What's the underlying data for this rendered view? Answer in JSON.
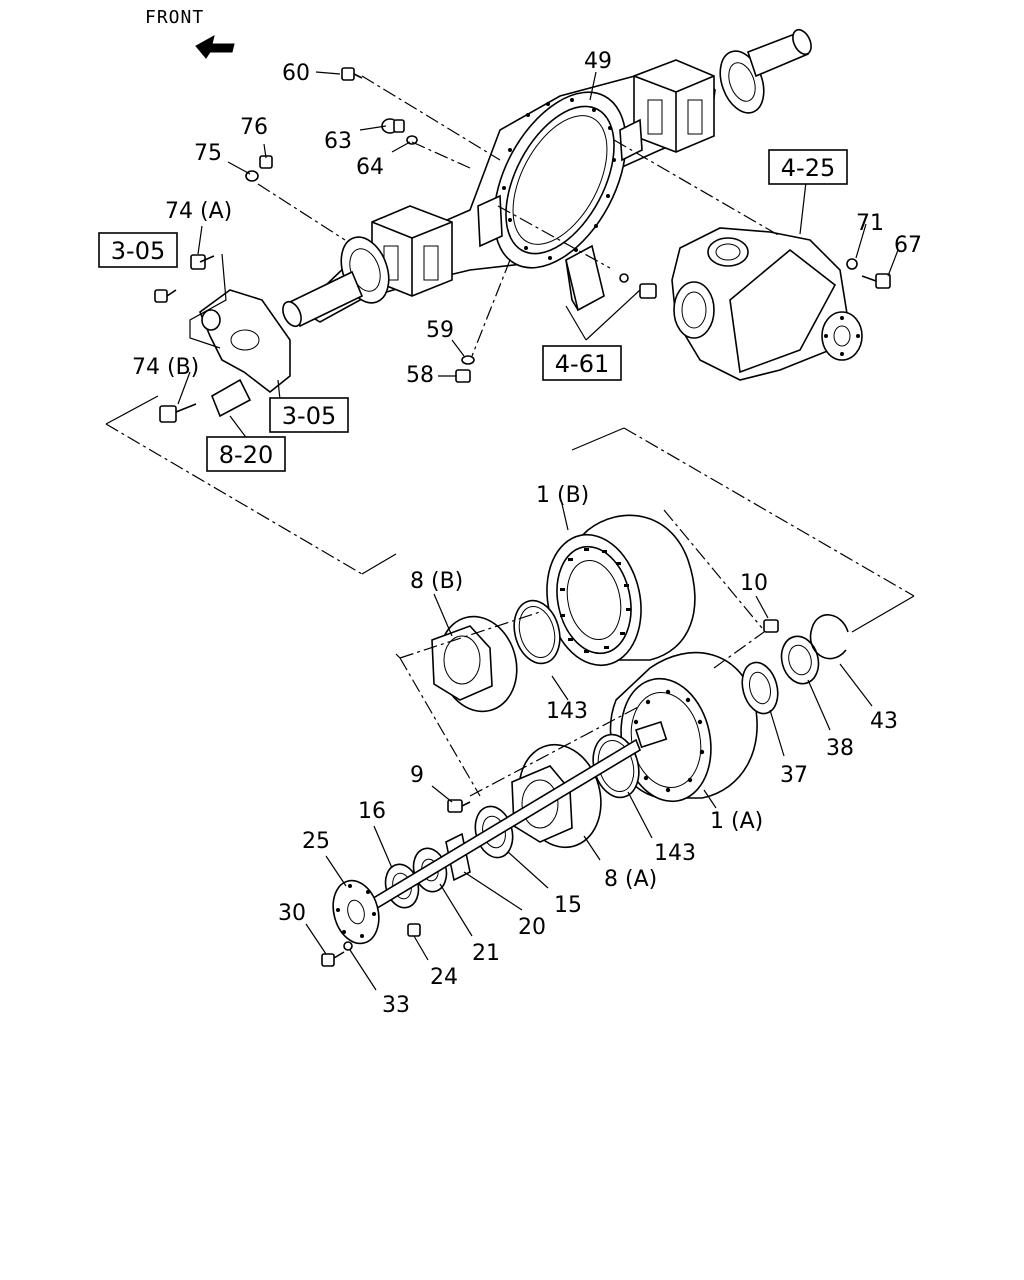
{
  "orientation": {
    "label": "FRONT",
    "icon": "front-arrow-icon"
  },
  "part_labels": {
    "p60": "60",
    "p49": "49",
    "p63": "63",
    "p64": "64",
    "p76": "76",
    "p75": "75",
    "p74a": "74 (A)",
    "p74b": "74 (B)",
    "p71": "71",
    "p67": "67",
    "p59": "59",
    "p58": "58",
    "p1b": "1 (B)",
    "p1a": "1 (A)",
    "p8b": "8 (B)",
    "p8a": "8 (A)",
    "p10": "10",
    "p143_top": "143",
    "p143_bottom": "143",
    "p43": "43",
    "p38": "38",
    "p37": "37",
    "p9": "9",
    "p16": "16",
    "p25": "25",
    "p15": "15",
    "p20": "20",
    "p21": "21",
    "p30": "30",
    "p24": "24",
    "p33": "33"
  },
  "reference_boxes": {
    "r425": "4-25",
    "r305_left": "3-05",
    "r305_right": "3-05",
    "r461": "4-61",
    "r820": "8-20"
  }
}
